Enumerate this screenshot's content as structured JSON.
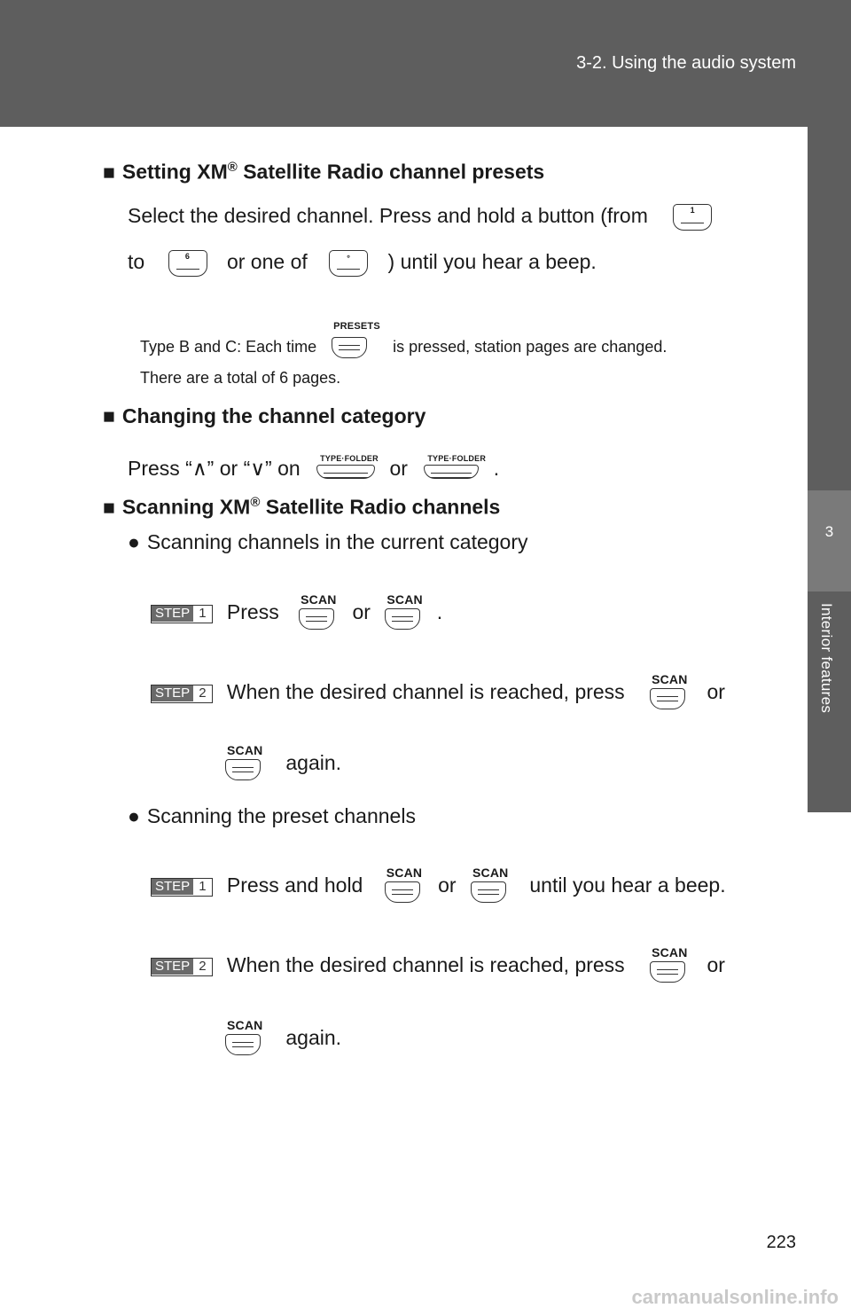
{
  "header": {
    "section": "3-2. Using the audio system"
  },
  "side_tab": {
    "chapter_number": "3",
    "chapter_title": "Interior features"
  },
  "section1": {
    "marker": "■",
    "title_a": "Setting XM",
    "title_reg": "®",
    "title_b": " Satellite Radio channel presets",
    "line1": "Select the desired channel. Press and hold a button (from",
    "line2_a": "to",
    "line2_b": "or one of",
    "line2_c": ") until you hear a beep.",
    "btn_from": "1",
    "btn_to": "6",
    "btn_one_of": "∘",
    "note1_a": "Type B and C: Each time",
    "note1_b": "is pressed, station pages are changed.",
    "presets_label": "PRESETS",
    "note2": "There are a total of 6 pages."
  },
  "section2": {
    "marker": "■",
    "title": "Changing the channel category",
    "line_a": "Press “∧” or “∨” on",
    "line_b": "or",
    "line_c": ".",
    "type_folder_label": "TYPE·FOLDER"
  },
  "section3": {
    "marker": "■",
    "title_a": "Scanning XM",
    "title_reg": "®",
    "title_b": " Satellite Radio channels",
    "bullet1": "Scanning channels in the current category",
    "bullet2": "Scanning the preset channels",
    "bullet_marker": "●",
    "scan_label": "SCAN",
    "step_word": "STEP",
    "step1_num": "1",
    "step2_num": "2",
    "a_step1_a": "Press",
    "a_step1_b": "or",
    "a_step1_c": ".",
    "a_step2_a": "When the desired channel is reached, press",
    "a_step2_b": "or",
    "a_step2_c": "again.",
    "b_step1_a": "Press and hold",
    "b_step1_b": "or",
    "b_step1_c": "until you hear a beep.",
    "b_step2_a": "When the desired channel is reached, press",
    "b_step2_b": "or",
    "b_step2_c": "again."
  },
  "page_number": "223",
  "footer": {
    "watermark": "carmanualsonline.info"
  }
}
